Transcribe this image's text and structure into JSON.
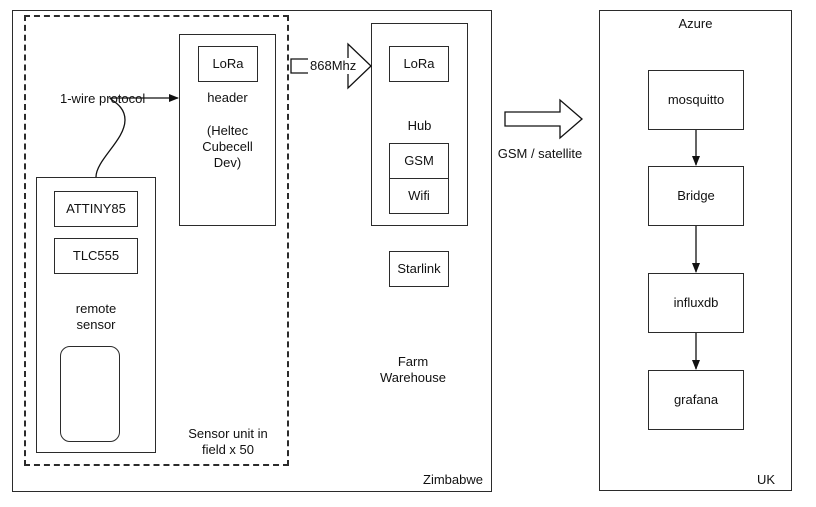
{
  "zimbabwe": {
    "region_label": "Zimbabwe",
    "sensor_unit": {
      "label": "Sensor unit in\nfield x 50",
      "header": {
        "lora_label": "LoRa",
        "text": "header\n\n(Heltec\nCubecell\nDev)"
      },
      "remote_sensor": {
        "attiny_label": "ATTINY85",
        "tlc_label": "TLC555",
        "text": "remote\nsensor"
      },
      "wire_label": "1-wire protocol"
    },
    "radio_label": "868Mhz",
    "hub": {
      "lora_label": "LoRa",
      "title": "Hub",
      "gsm_label": "GSM",
      "wifi_label": "Wifi"
    },
    "starlink_label": "Starlink",
    "farm_label": "Farm\nWarehouse"
  },
  "link_label": "GSM / satellite",
  "uk": {
    "region_label": "UK",
    "cloud_label": "Azure",
    "pipeline": [
      {
        "label": "mosquitto"
      },
      {
        "label": "Bridge"
      },
      {
        "label": "influxdb"
      },
      {
        "label": "grafana"
      }
    ]
  },
  "colors": {
    "stroke": "#2b2b2b",
    "text": "#111111",
    "background": "#ffffff"
  }
}
